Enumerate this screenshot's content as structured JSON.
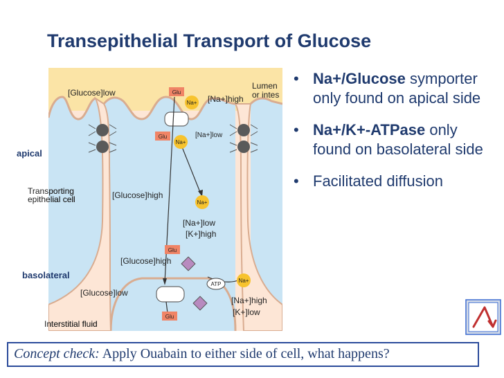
{
  "slide": {
    "title": "Transepithelial Transport of Glucose"
  },
  "diagram": {
    "labels": {
      "lumen_line1": "Lumen",
      "lumen_line2": "or intes",
      "apical": "apical",
      "basolateral": "basolateral",
      "transporting_line1": "Transporting",
      "transporting_line2": "epithelial cell",
      "interstitial": "Interstitial fluid",
      "atp": "ATP"
    },
    "molecules": {
      "glu": "Glu",
      "na": "Na+"
    },
    "concentrations": {
      "glucose_low_lumen": "[Glucose]low",
      "na_high_lumen": "[Na+]high",
      "na_low_cell_top": "[Na+]low",
      "glucose_high_cell_top": "[Glucose]high",
      "na_low_cell_mid": "[Na+]low",
      "k_high_cell_mid": "[K+]high",
      "glucose_high_cell_bottom": "[Glucose]high",
      "glucose_low_interstitial": "[Glucose]low",
      "na_high_interstitial": "[Na+]high",
      "k_low_interstitial": "[K+]low"
    },
    "colors": {
      "lumen": "#fbe4a6",
      "cell": "#c9e4f4",
      "interstitial": "#fde6d6",
      "membrane": "#d9ac90",
      "na_ion": "#f7c32e",
      "glu_box": "#f08466",
      "pump": "#b88abf"
    }
  },
  "bullets": [
    {
      "strong": "Na+/Glucose",
      "text": " symporter only found on apical side"
    },
    {
      "strong": "Na+/K+-ATPase",
      "text": " only found on basolateral side"
    },
    {
      "strong": "",
      "text": "Facilitated diffusion"
    }
  ],
  "bullet_glyph": "•",
  "concept_check": {
    "lead": "Concept check:",
    "text": " Apply Ouabain to either side of cell, what happens?"
  },
  "nav": {
    "icon": "return-arrow-icon"
  }
}
